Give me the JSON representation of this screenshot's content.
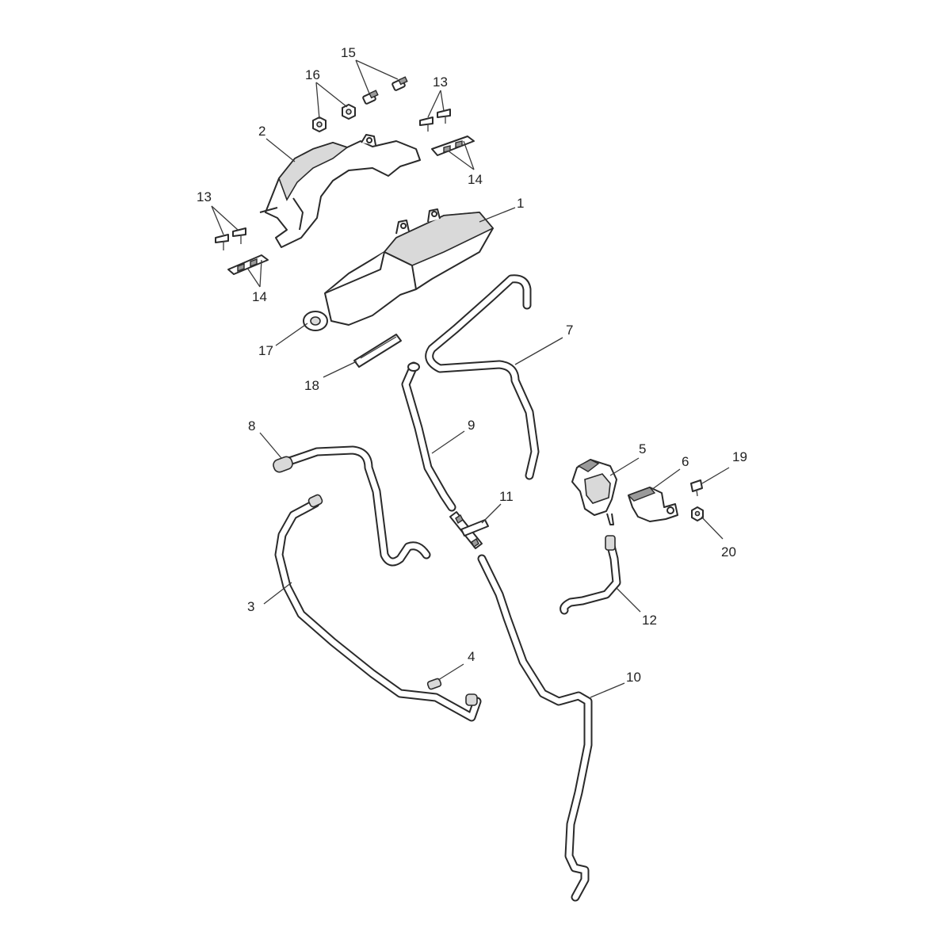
{
  "diagram": {
    "callouts": [
      {
        "id": "c1",
        "label": "1"
      },
      {
        "id": "c2",
        "label": "2"
      },
      {
        "id": "c3",
        "label": "3"
      },
      {
        "id": "c4",
        "label": "4"
      },
      {
        "id": "c5",
        "label": "5"
      },
      {
        "id": "c6",
        "label": "6"
      },
      {
        "id": "c7",
        "label": "7"
      },
      {
        "id": "c8",
        "label": "8"
      },
      {
        "id": "c9",
        "label": "9"
      },
      {
        "id": "c10",
        "label": "10"
      },
      {
        "id": "c11",
        "label": "11"
      },
      {
        "id": "c12",
        "label": "12"
      },
      {
        "id": "c13a",
        "label": "13"
      },
      {
        "id": "c13b",
        "label": "13"
      },
      {
        "id": "c14a",
        "label": "14"
      },
      {
        "id": "c14b",
        "label": "14"
      },
      {
        "id": "c15",
        "label": "15"
      },
      {
        "id": "c16",
        "label": "16"
      },
      {
        "id": "c17",
        "label": "17"
      },
      {
        "id": "c18",
        "label": "18"
      },
      {
        "id": "c19",
        "label": "19"
      },
      {
        "id": "c20",
        "label": "20"
      }
    ]
  }
}
